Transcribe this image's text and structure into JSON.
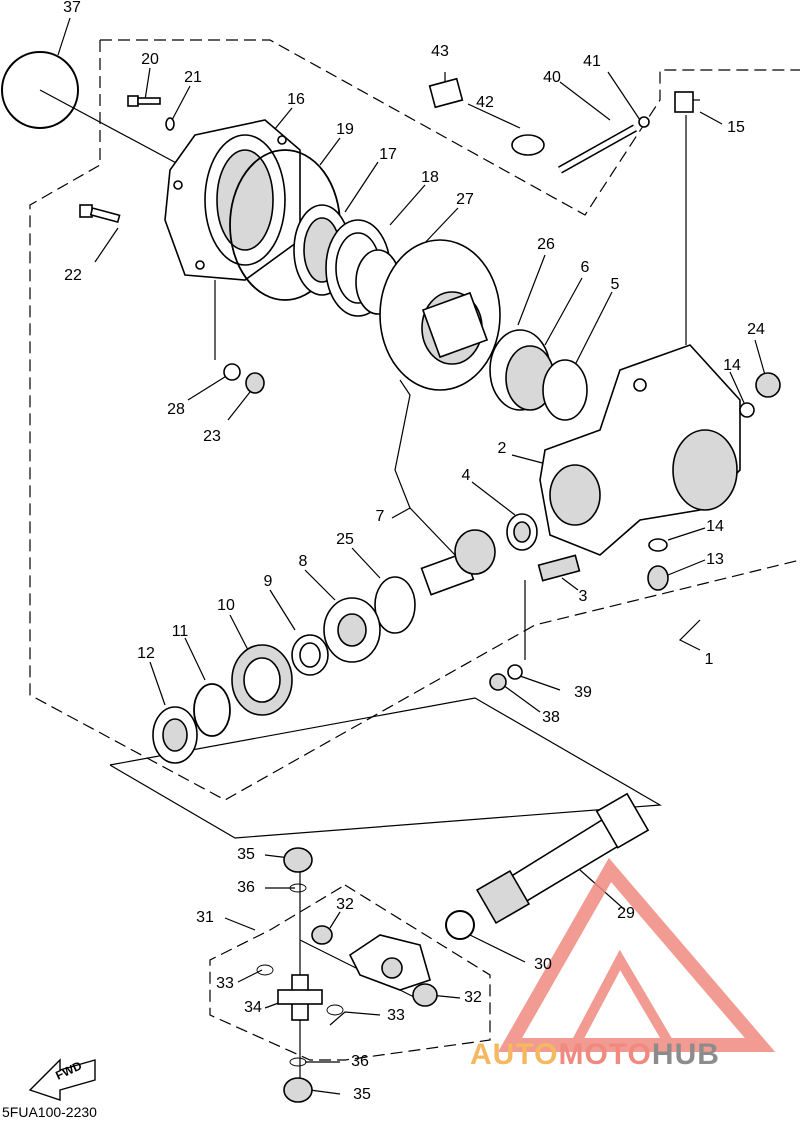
{
  "diagram": {
    "code": "5FUA100-2230",
    "fwd_label": "FWD",
    "labels": [
      {
        "id": "37",
        "text": "37"
      },
      {
        "id": "20",
        "text": "20"
      },
      {
        "id": "21",
        "text": "21"
      },
      {
        "id": "16",
        "text": "16"
      },
      {
        "id": "19",
        "text": "19"
      },
      {
        "id": "17",
        "text": "17"
      },
      {
        "id": "18",
        "text": "18"
      },
      {
        "id": "27",
        "text": "27"
      },
      {
        "id": "43",
        "text": "43"
      },
      {
        "id": "42",
        "text": "42"
      },
      {
        "id": "40",
        "text": "40"
      },
      {
        "id": "41",
        "text": "41"
      },
      {
        "id": "15",
        "text": "15"
      },
      {
        "id": "22",
        "text": "22"
      },
      {
        "id": "26",
        "text": "26"
      },
      {
        "id": "6",
        "text": "6"
      },
      {
        "id": "5",
        "text": "5"
      },
      {
        "id": "24",
        "text": "24"
      },
      {
        "id": "14a",
        "text": "14"
      },
      {
        "id": "28",
        "text": "28"
      },
      {
        "id": "23",
        "text": "23"
      },
      {
        "id": "2",
        "text": "2"
      },
      {
        "id": "4",
        "text": "4"
      },
      {
        "id": "7",
        "text": "7"
      },
      {
        "id": "25",
        "text": "25"
      },
      {
        "id": "8",
        "text": "8"
      },
      {
        "id": "14b",
        "text": "14"
      },
      {
        "id": "13",
        "text": "13"
      },
      {
        "id": "9",
        "text": "9"
      },
      {
        "id": "10",
        "text": "10"
      },
      {
        "id": "3",
        "text": "3"
      },
      {
        "id": "11",
        "text": "11"
      },
      {
        "id": "12",
        "text": "12"
      },
      {
        "id": "1",
        "text": "1"
      },
      {
        "id": "39",
        "text": "39"
      },
      {
        "id": "38",
        "text": "38"
      },
      {
        "id": "35a",
        "text": "35"
      },
      {
        "id": "36a",
        "text": "36"
      },
      {
        "id": "32a",
        "text": "32"
      },
      {
        "id": "29",
        "text": "29"
      },
      {
        "id": "31",
        "text": "31"
      },
      {
        "id": "30",
        "text": "30"
      },
      {
        "id": "33a",
        "text": "33"
      },
      {
        "id": "34",
        "text": "34"
      },
      {
        "id": "32b",
        "text": "32"
      },
      {
        "id": "33b",
        "text": "33"
      },
      {
        "id": "36b",
        "text": "36"
      },
      {
        "id": "35b",
        "text": "35"
      }
    ]
  },
  "watermark": {
    "part1": "AUTO",
    "part2": "MOTO",
    "part3": "HUB",
    "colors": {
      "orange": "#f4b860",
      "red": "#f08a80",
      "gray": "#8c8c8c"
    }
  }
}
